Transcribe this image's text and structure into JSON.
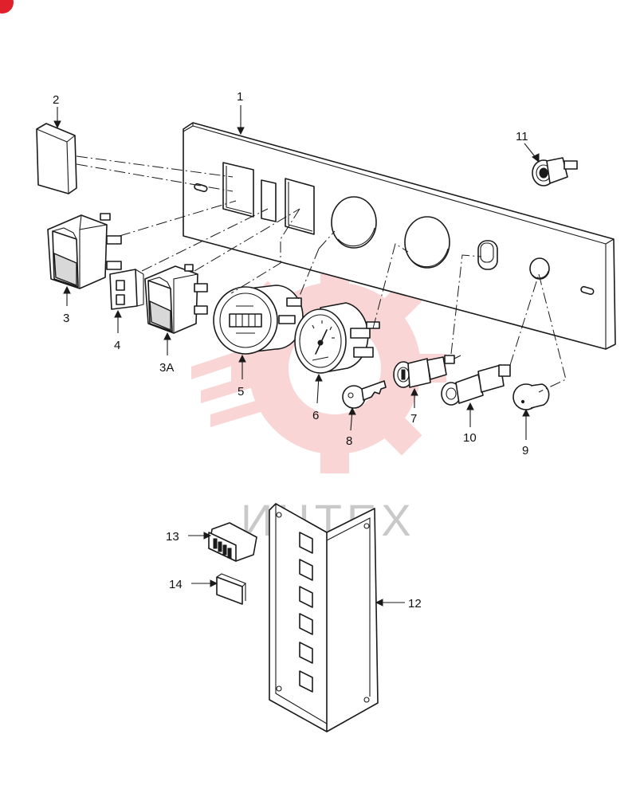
{
  "callouts": {
    "c1": "1",
    "c2": "2",
    "c3": "3",
    "c3a": "3A",
    "c4": "4",
    "c5": "5",
    "c6": "6",
    "c7": "7",
    "c8": "8",
    "c9": "9",
    "c10": "10",
    "c11": "11",
    "c12": "12",
    "c13": "13",
    "c14": "14"
  },
  "watermark": {
    "text": "ИНТЕХ",
    "color": "#e8454a"
  },
  "badge": {
    "color": "#e0202a"
  },
  "line_color": "#1a1a1a"
}
